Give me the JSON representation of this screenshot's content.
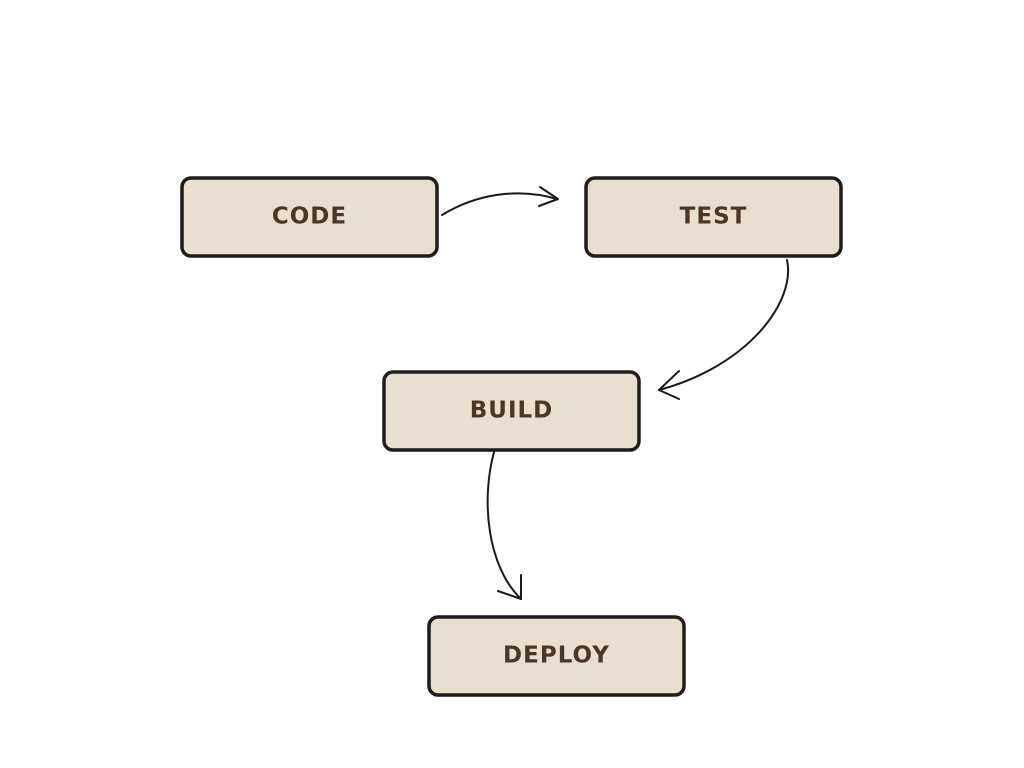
{
  "colors": {
    "box_fill": "#e8dfd1",
    "box_stroke": "#1f1d1b",
    "label_color": "#4a3728",
    "arrow_color": "#1a1a1a",
    "background": "#ffffff"
  },
  "nodes": [
    {
      "id": "code",
      "label": "CODE"
    },
    {
      "id": "test",
      "label": "TEST"
    },
    {
      "id": "build",
      "label": "BUILD"
    },
    {
      "id": "deploy",
      "label": "DEPLOY"
    }
  ],
  "edges": [
    {
      "from": "code",
      "to": "test"
    },
    {
      "from": "test",
      "to": "build"
    },
    {
      "from": "build",
      "to": "deploy"
    }
  ]
}
